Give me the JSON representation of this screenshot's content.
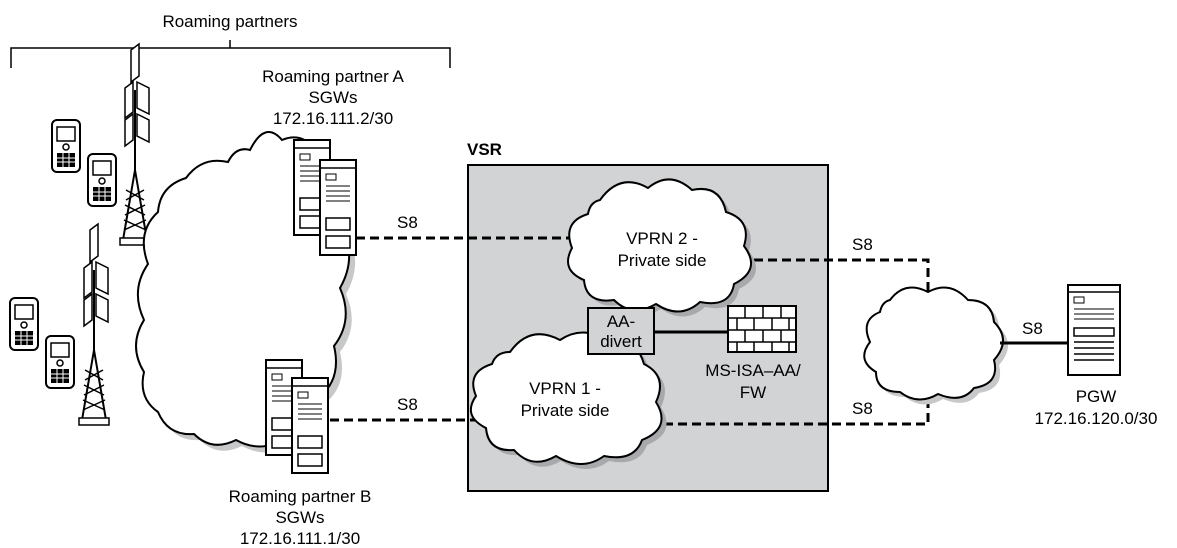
{
  "header": {
    "roaming_partners": "Roaming partners"
  },
  "partner_a": {
    "name": "Roaming partner A",
    "role": "SGWs",
    "ip": "172.16.111.2/30"
  },
  "partner_b": {
    "name": "Roaming partner B",
    "role": "SGWs",
    "ip": "172.16.111.1/30"
  },
  "vsr": {
    "title": "VSR",
    "vprn2": {
      "line1": "VPRN 2 -",
      "line2": "Private side"
    },
    "vprn1": {
      "line1": "VPRN 1 -",
      "line2": "Private side"
    },
    "aa_divert": {
      "line1": "AA-",
      "line2": "divert"
    },
    "ms_isa": {
      "line1": "MS-ISA–AA/",
      "line2": "FW"
    }
  },
  "links": {
    "sgw_a_to_vprn2": "S8",
    "sgw_b_to_vprn1": "S8",
    "vprn2_to_cloud": "S8",
    "vprn1_to_cloud": "S8",
    "cloud_to_pgw": "S8"
  },
  "pgw": {
    "name": "PGW",
    "ip": "172.16.120.0/30"
  },
  "colors": {
    "vsr_fill": "#d1d3d4",
    "line": "#000000",
    "shadow": "#c7c8ca"
  }
}
